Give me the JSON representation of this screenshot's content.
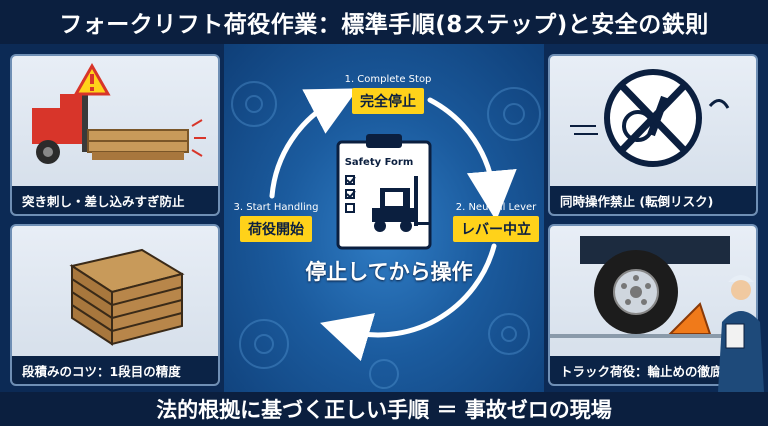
{
  "title": "フォークリフト荷役作業：標準手順(8ステップ)と安全の鉄則",
  "footer": "法的根拠に基づく正しい手順 ＝ 事故ゼロの現場",
  "center": {
    "main_text": "停止してから操作",
    "form_label": "Safety Form"
  },
  "steps": [
    {
      "en": "1. Complete Stop",
      "ja": "完全停止"
    },
    {
      "en": "2. Neutral Lever",
      "ja": "レバー中立"
    },
    {
      "en": "3. Start Handling",
      "ja": "荷役開始"
    }
  ],
  "panels": {
    "top_left": "突き刺し・差し込みすぎ防止",
    "bottom_left": "段積みのコツ：1段目の精度",
    "top_right": "同時操作禁止 (転倒リスク)",
    "bottom_right": "トラック荷役：輪止めの徹底"
  },
  "colors": {
    "accent": "#ffd21a",
    "navy": "#0b1f3f",
    "forklift_red": "#d8352a"
  }
}
